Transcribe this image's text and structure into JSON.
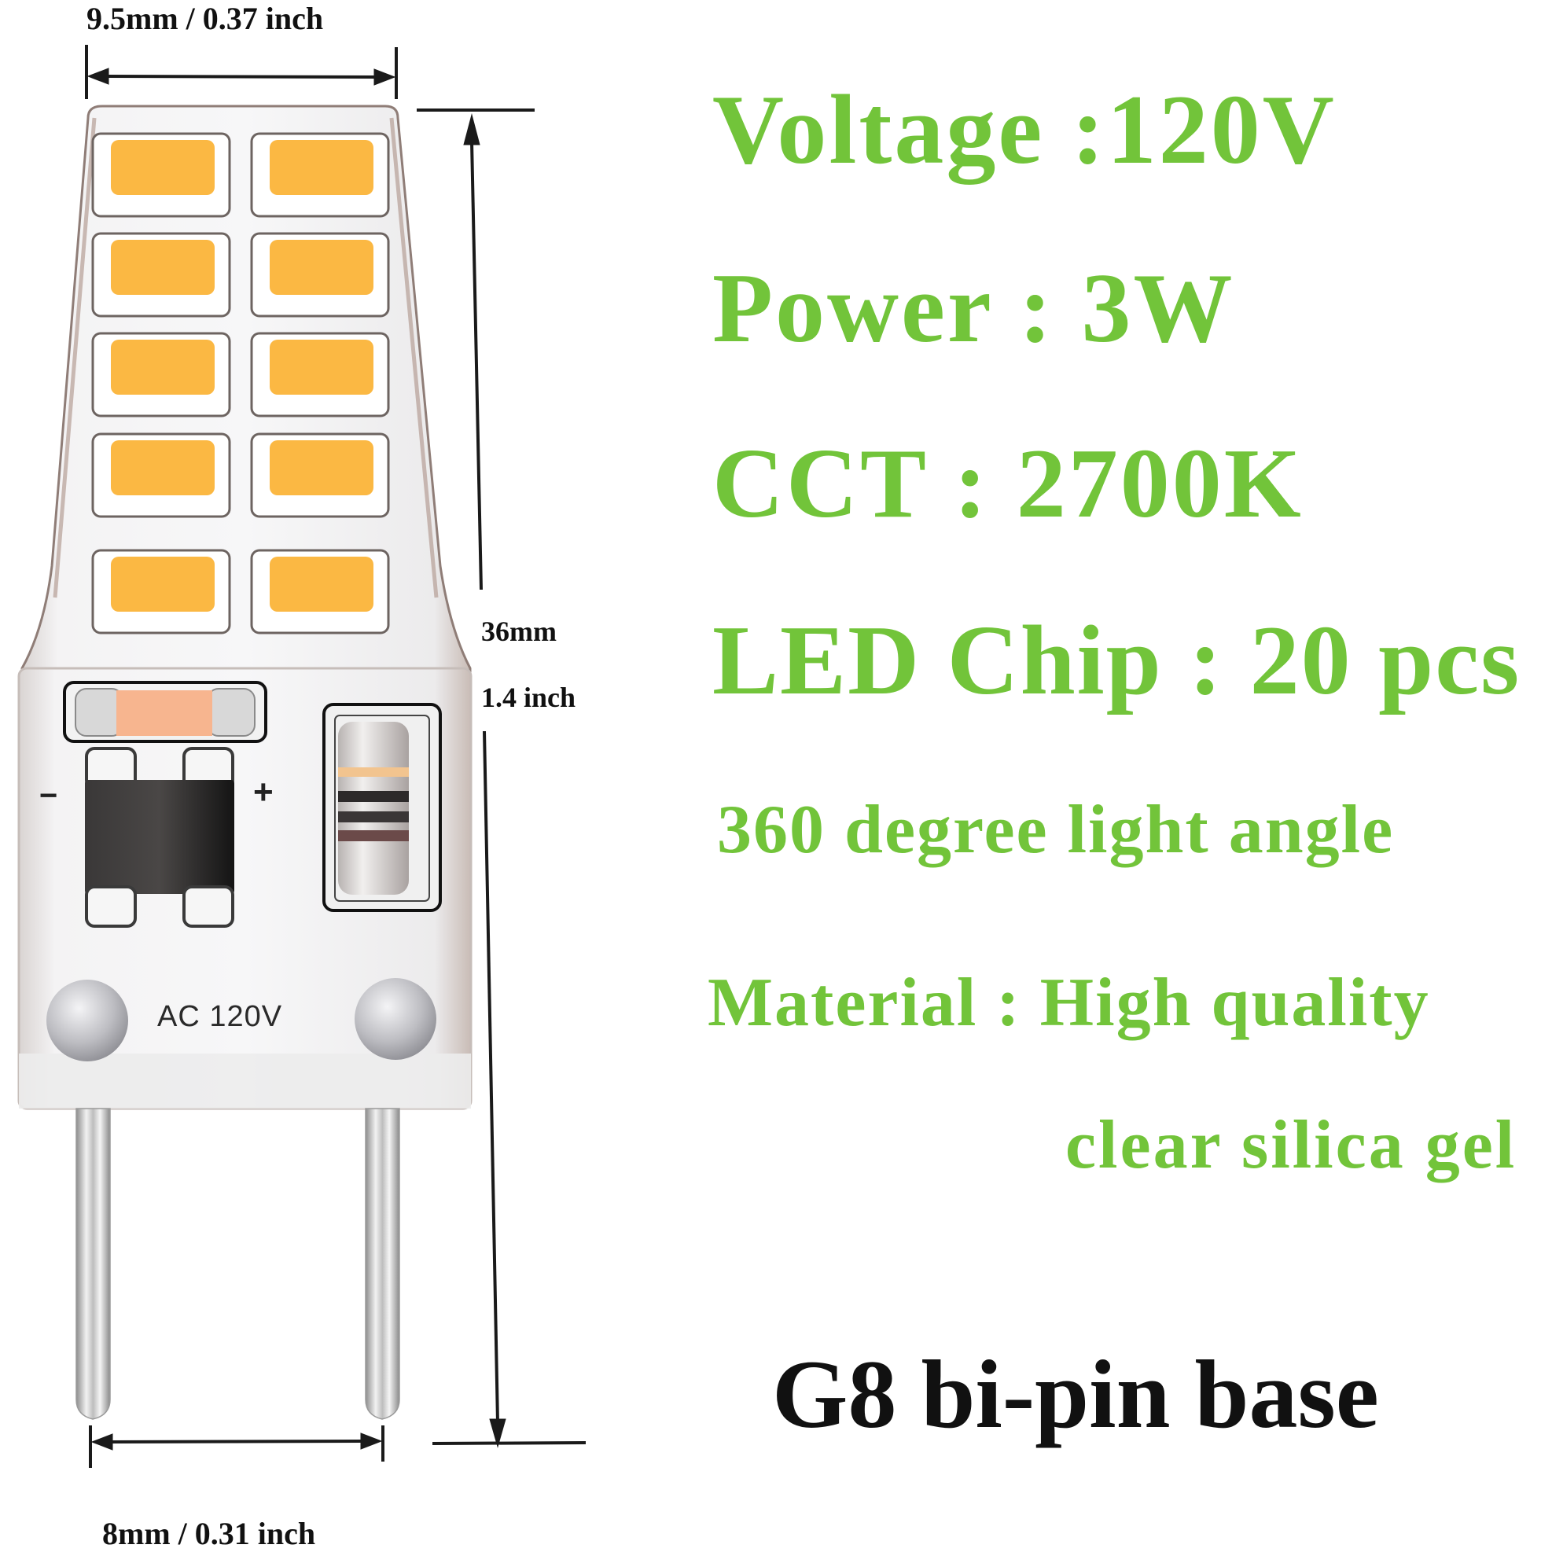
{
  "colors": {
    "spec_green": "#72C43A",
    "led_chip": "#FBB843",
    "body": "#ECECEE",
    "ink": "#111111"
  },
  "dimensions": {
    "top_width": "9.5mm / 0.37 inch",
    "height_mm": "36mm",
    "height_inch": "1.4 inch",
    "pin_spacing": "8mm / 0.31 inch"
  },
  "bulb": {
    "led_chip_rows": 5,
    "led_chip_columns": 2,
    "polarity_minus": "−",
    "polarity_plus": "+",
    "label": "AC 120V"
  },
  "specs": [
    {
      "text": "Voltage :120V"
    },
    {
      "text": "Power : 3W"
    },
    {
      "text": "CCT : 2700K"
    },
    {
      "text": "LED Chip : 20 pcs"
    },
    {
      "text": "360 degree light angle"
    },
    {
      "text": "Material : High quality"
    },
    {
      "text": "clear silica gel"
    }
  ],
  "base_caption": "G8 bi-pin base"
}
